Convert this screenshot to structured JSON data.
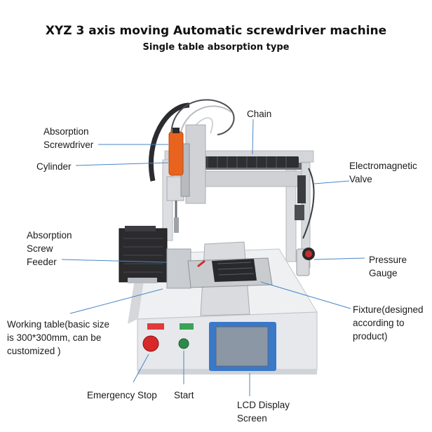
{
  "title": "XYZ 3 axis moving Automatic screwdriver machine",
  "subtitle": "Single table absorption type",
  "labels": {
    "chain": "Chain",
    "absorption_screwdriver_1": "Absorption",
    "absorption_screwdriver_2": "Screwdriver",
    "cylinder": "Cylinder",
    "electromagnetic_valve_1": "Electromagnetic",
    "electromagnetic_valve_2": "Valve",
    "absorption_feeder_1": "Absorption",
    "absorption_feeder_2": "Screw",
    "absorption_feeder_3": "Feeder",
    "pressure_gauge_1": "Pressure",
    "pressure_gauge_2": "Gauge",
    "fixture_1": "Fixture(designed",
    "fixture_2": "according to",
    "fixture_3": "product)",
    "working_table_1": "Working table(basic size",
    "working_table_2": "is 300*300mm, can be",
    "working_table_3": "customized )",
    "emergency_stop": "Emergency Stop",
    "start": "Start",
    "lcd_1": "LCD Display",
    "lcd_2": "Screen"
  },
  "colors": {
    "machine_body": "#e9eaec",
    "frame": "#d4d6da",
    "screwdriver": "#e8641e",
    "feeder": "#2b2b2e",
    "lcd_bezel": "#3a78c8",
    "lcd_screen": "#8c97a6",
    "emergency_button": "#d8282a",
    "start_button": "#2f8a4a",
    "leader_line": "#4a86c5"
  }
}
